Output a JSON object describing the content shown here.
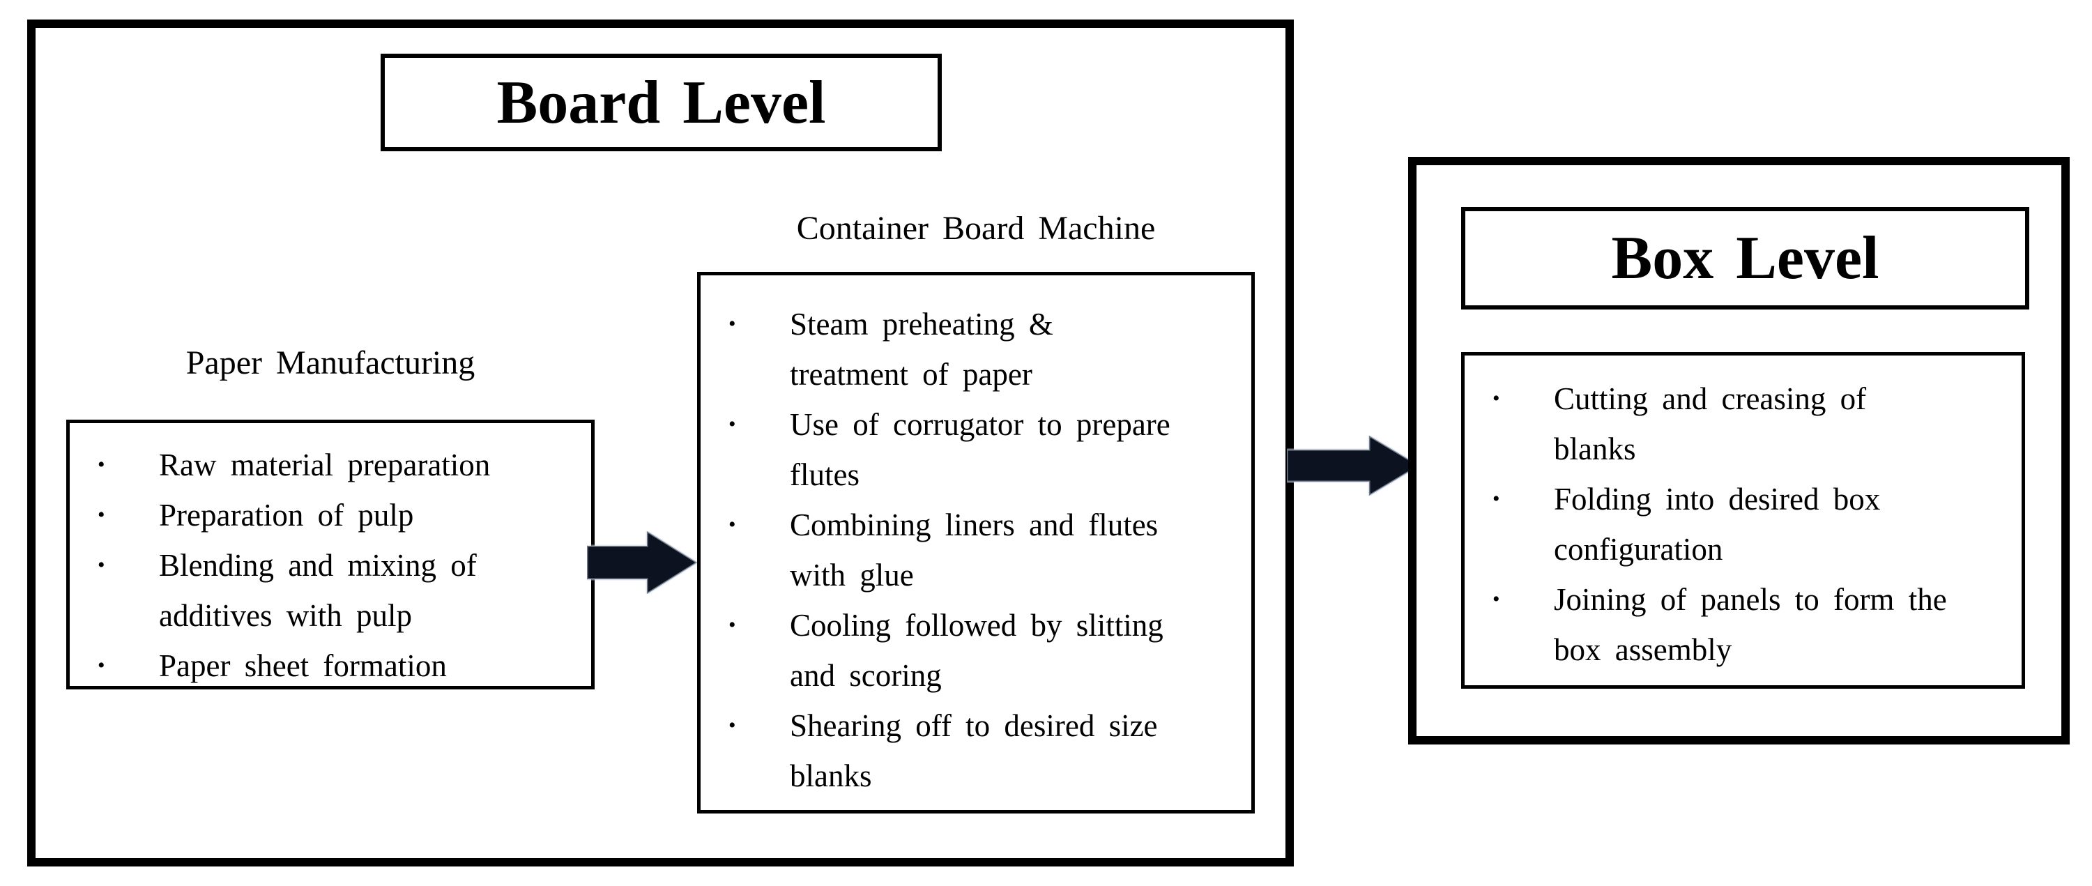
{
  "diagram": {
    "bullet_glyph": "•",
    "arrow_fill": "#0d1220",
    "arrow_halo": "#c9d5e3",
    "board_level": {
      "title": "Board Level",
      "paper_manufacturing": {
        "heading": "Paper Manufacturing",
        "bullets": [
          "Raw material preparation",
          "Preparation of pulp",
          "Blending and mixing of\nadditives with pulp",
          "Paper sheet formation"
        ]
      },
      "container_board_machine": {
        "heading": "Container Board Machine",
        "bullets": [
          "Steam preheating &\ntreatment of paper",
          "Use of corrugator to prepare\nflutes",
          "Combining liners and flutes\nwith glue",
          "Cooling followed by slitting\nand scoring",
          "Shearing off to desired size\nblanks"
        ]
      }
    },
    "box_level": {
      "title": "Box Level",
      "bullets": [
        "Cutting and creasing of\nblanks",
        "Folding into desired box\nconfiguration",
        "Joining of panels to form the\nbox assembly"
      ]
    }
  }
}
